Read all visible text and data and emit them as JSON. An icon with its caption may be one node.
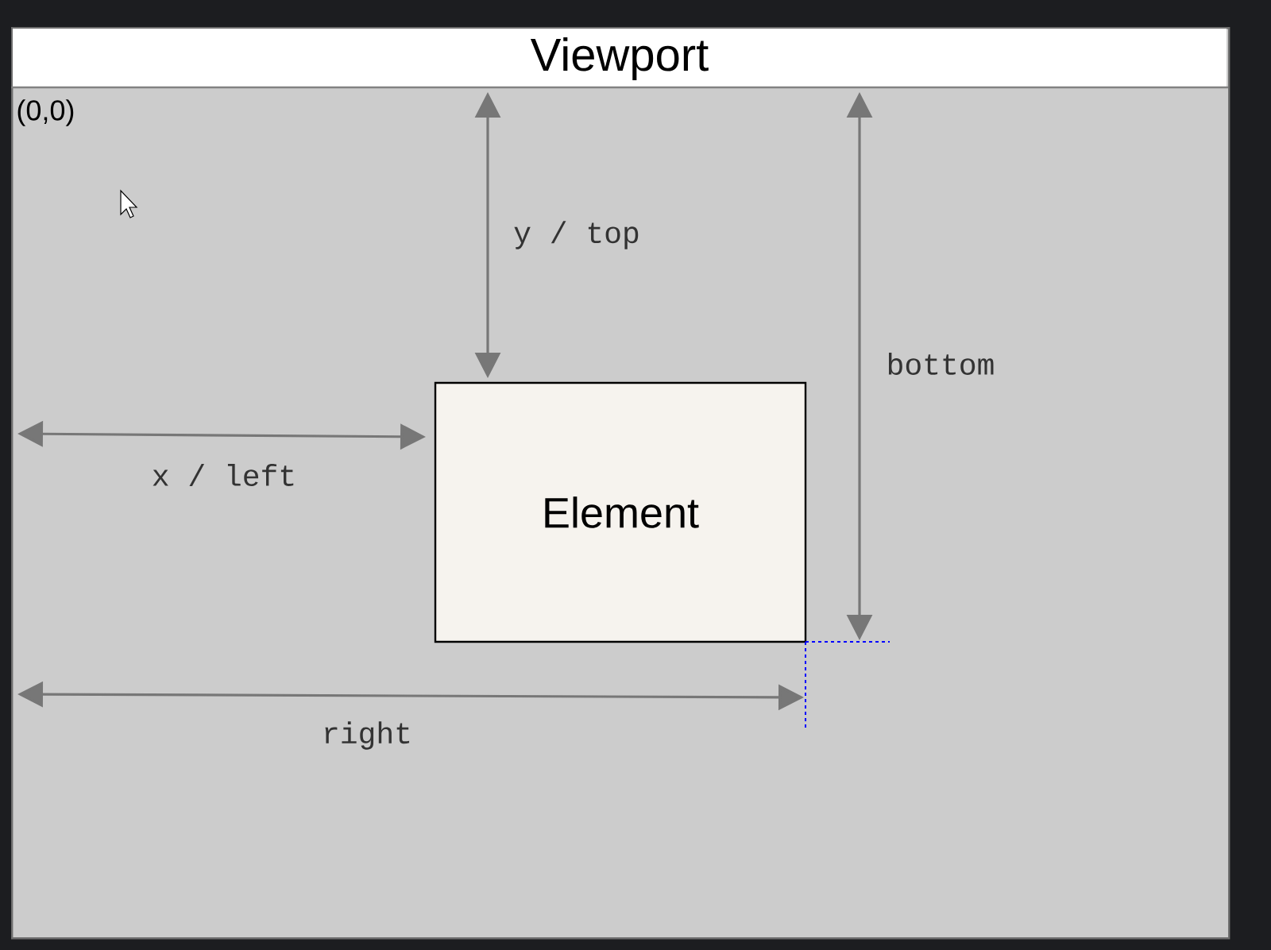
{
  "diagram": {
    "nodes": [
      {
        "text": [
          "Viewport"
        ]
      },
      {
        "text": [
          "Element"
        ],
        "in": 0
      }
    ],
    "labels": [
      "(0,0)",
      "y / top",
      "bottom",
      "x / left",
      "right"
    ]
  }
}
